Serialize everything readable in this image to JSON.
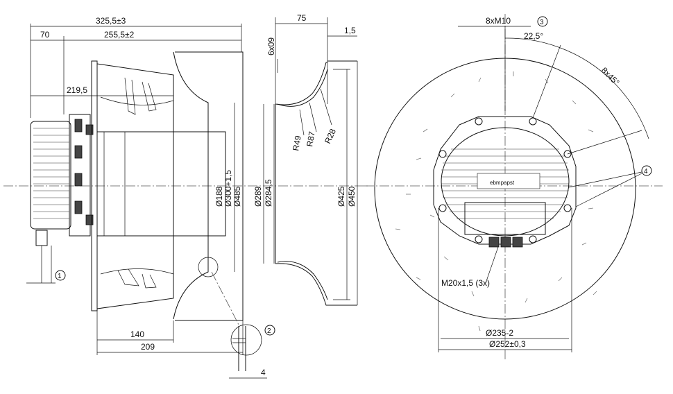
{
  "dims": {
    "d325": "325,5±3",
    "d70": "70",
    "d255": "255,5±2",
    "d219": "219,5",
    "d140": "140",
    "d209": "209",
    "d6x09": "6x09",
    "d75": "75",
    "d1_5": "1,5",
    "d188": "Ø188",
    "d300": "Ø300+1,5",
    "d485": "Ø485",
    "d289": "Ø289",
    "d284": "Ø284,5",
    "d425": "Ø425",
    "d450": "Ø450",
    "r49": "R49",
    "r87": "R87",
    "r28": "R28",
    "d4": "4",
    "m10": "8xM10",
    "a22": "22,5°",
    "a8x45": "8x45°",
    "m20": "M20x1,5 (3x)",
    "d235": "Ø235-2",
    "d252": "Ø252±0,3",
    "brand": "ebmpapst"
  },
  "callouts": {
    "c1": "1",
    "c2": "2",
    "c3": "3",
    "c4": "4"
  }
}
